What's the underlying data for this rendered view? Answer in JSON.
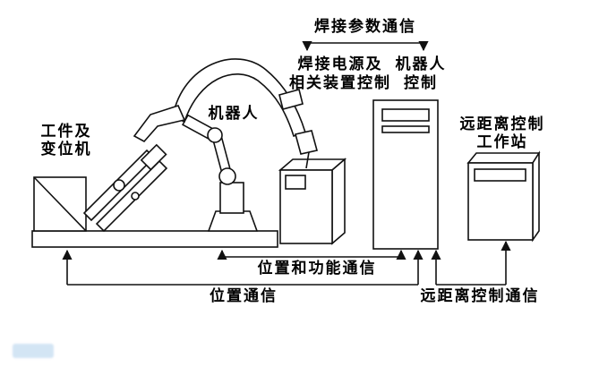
{
  "labels": {
    "welding_param_comm": "焊接参数通信",
    "power_device_control_1": "焊接电源及",
    "power_device_control_2": "相关装置控制",
    "robot_control_1": "机器人",
    "robot_control_2": "控制",
    "robot": "机器人",
    "workpiece_1": "工件及",
    "workpiece_2": "变位机",
    "remote_ws_1": "远距离控制",
    "remote_ws_2": "工作站",
    "position_function_comm": "位置和功能通信",
    "position_comm": "位置通信",
    "remote_control_comm": "远距离控制通信"
  },
  "colors": {
    "line": "#111111",
    "background": "#ffffff",
    "text": "#000000",
    "watermark": "#9fc6e8"
  }
}
